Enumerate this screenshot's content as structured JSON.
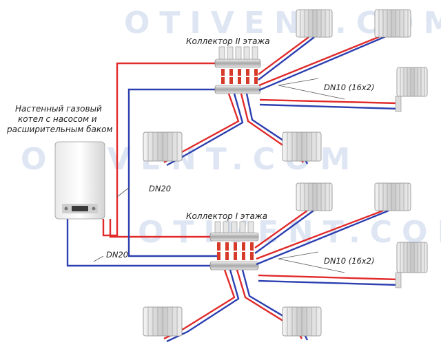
{
  "boiler_label": {
    "line1": "Настенный газовый",
    "line2": "котел с насосом и",
    "line3": "расширительным баком"
  },
  "collector_top_label": "Коллектор II этажа",
  "collector_bottom_label": "Коллектор I этажа",
  "pipe_labels": {
    "dn20_riser": "DN20",
    "dn20_boiler": "DN20",
    "dn10_top": "DN10 (16x2)",
    "dn10_bottom": "DN10 (16x2)"
  },
  "watermark": {
    "top": "OTIVENT.COM",
    "middle": "OTIVENT.COM",
    "bottom": "OTIVENT.COM"
  },
  "colors": {
    "supply": "#e12a2a",
    "return": "#2b3fb0",
    "watermark": "#dfe6f3"
  }
}
